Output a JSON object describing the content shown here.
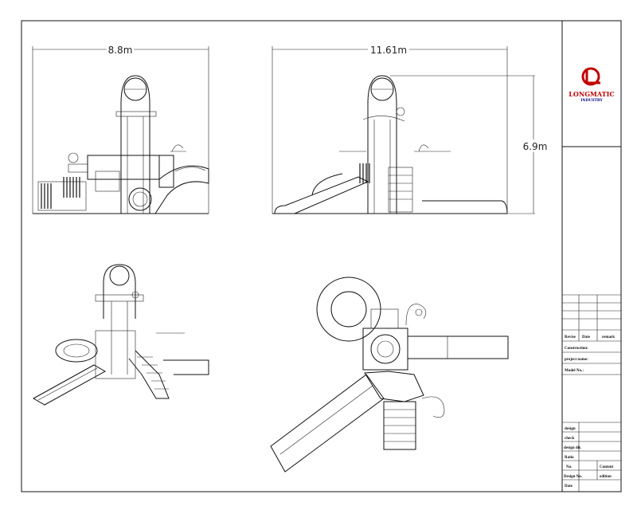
{
  "drawing": {
    "front_view": {
      "width_dim": "8.8m"
    },
    "side_view": {
      "width_dim": "11.61m",
      "height_dim": "6.9m"
    }
  },
  "logo": {
    "name": "LONGMATIC",
    "sub": "INDUSTRY",
    "accent": "#c00000",
    "sub_color": "#000080"
  },
  "title_block": {
    "revise_row": [
      "Revise",
      "Date",
      "remark"
    ],
    "construction": "Construction:",
    "project_name": "project name:",
    "model_no": "Model No.:",
    "lower": {
      "design": "design",
      "check": "check",
      "design_dir": "design dir.",
      "ratio": "Ratio",
      "no": "No.",
      "content": "Content",
      "design_no": "Design No.",
      "edition": "edition",
      "date": "Date"
    }
  }
}
